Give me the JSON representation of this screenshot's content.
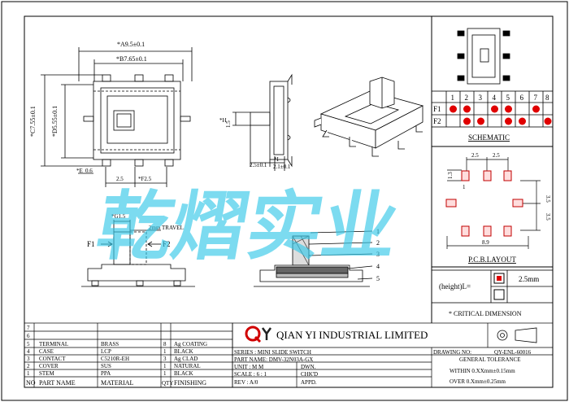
{
  "dims": {
    "a": "*A9.5±0.1",
    "b": "*B7.65±0.1",
    "c": "*C7.55±0.1",
    "d": "*D5.55±0.1",
    "e": "*E",
    "e_val": "0.6",
    "f": "*F2.5",
    "f_left": "2.5",
    "h": "*H",
    "h_val": "1.5",
    "i": "*I",
    "i_val": "2.1±0.1",
    "side_w": "2.5±0.1",
    "g": "*G1.5",
    "travel": "2mm TRAVEL",
    "f1": "F1",
    "f2": "F2"
  },
  "parts_callouts": [
    "1",
    "2",
    "3",
    "4",
    "5"
  ],
  "schematic": {
    "cols": [
      "1",
      "2",
      "3",
      "4",
      "5",
      "6",
      "7",
      "8"
    ],
    "rows": [
      {
        "label": "F1",
        "dots": [
          true,
          true,
          false,
          true,
          true,
          false,
          true,
          false
        ]
      },
      {
        "label": "F2",
        "dots": [
          false,
          true,
          true,
          false,
          true,
          true,
          false,
          true
        ]
      }
    ],
    "title": "SCHEMATIC"
  },
  "pcb": {
    "title": "P.C.B.LAYOUT",
    "d1": "2.5",
    "d2": "2.5",
    "d3": "1.3",
    "d4": "1",
    "d5": "3.5",
    "d6": "3.5",
    "d7": "8.9"
  },
  "height": {
    "label": "(height)L=",
    "val": "2.5mm"
  },
  "critical": "* CRITICAL DIMENSION",
  "watermark": "乾熠实业",
  "table": {
    "rows": [
      {
        "no": "7",
        "name": "",
        "material": "",
        "qty": "",
        "finishing": ""
      },
      {
        "no": "6",
        "name": "",
        "material": "",
        "qty": "",
        "finishing": ""
      },
      {
        "no": "5",
        "name": "TERMINAL",
        "material": "BRASS",
        "qty": "8",
        "finishing": "Ag COATING"
      },
      {
        "no": "4",
        "name": "CASE",
        "material": "LCP",
        "qty": "1",
        "finishing": "BLACK"
      },
      {
        "no": "3",
        "name": "CONTACT",
        "material": "C5210R-EH",
        "qty": "3",
        "finishing": "Ag CLAD"
      },
      {
        "no": "2",
        "name": "COVER",
        "material": "SUS",
        "qty": "1",
        "finishing": "NATURAL"
      },
      {
        "no": "1",
        "name": "STEM",
        "material": "PPA",
        "qty": "1",
        "finishing": "BLACK"
      }
    ],
    "header": {
      "no": "NO",
      "name": "PART NAME",
      "material": "MATERIAL",
      "qty": "QTY",
      "finishing": "FINISHING"
    }
  },
  "title_block": {
    "company": "QIAN YI INDUSTRIAL LIMITED",
    "series": "SERIES : MINI SLIDE SWITCH",
    "partno": "PART NAME: DMV-32N03A-GX",
    "unit": "UNIT : M M",
    "dwn": "DWN.",
    "scale": "SCALE : 6 : 1",
    "chkd": "CHK'D",
    "rev": "REV  : A/0",
    "appd": "APPD.",
    "drawing_no_label": "DRAWING NO:",
    "drawing_no": "QY-ENL-60016",
    "tol_title": "GENERAL TOLERANCE",
    "tol1": "WITHIN 0.XXmm±0.15mm",
    "tol2": "OVER  0.Xmm±0.25mm"
  },
  "colors": {
    "dot": "#e00000",
    "watermark": "#35c8e8",
    "line": "#000000"
  }
}
